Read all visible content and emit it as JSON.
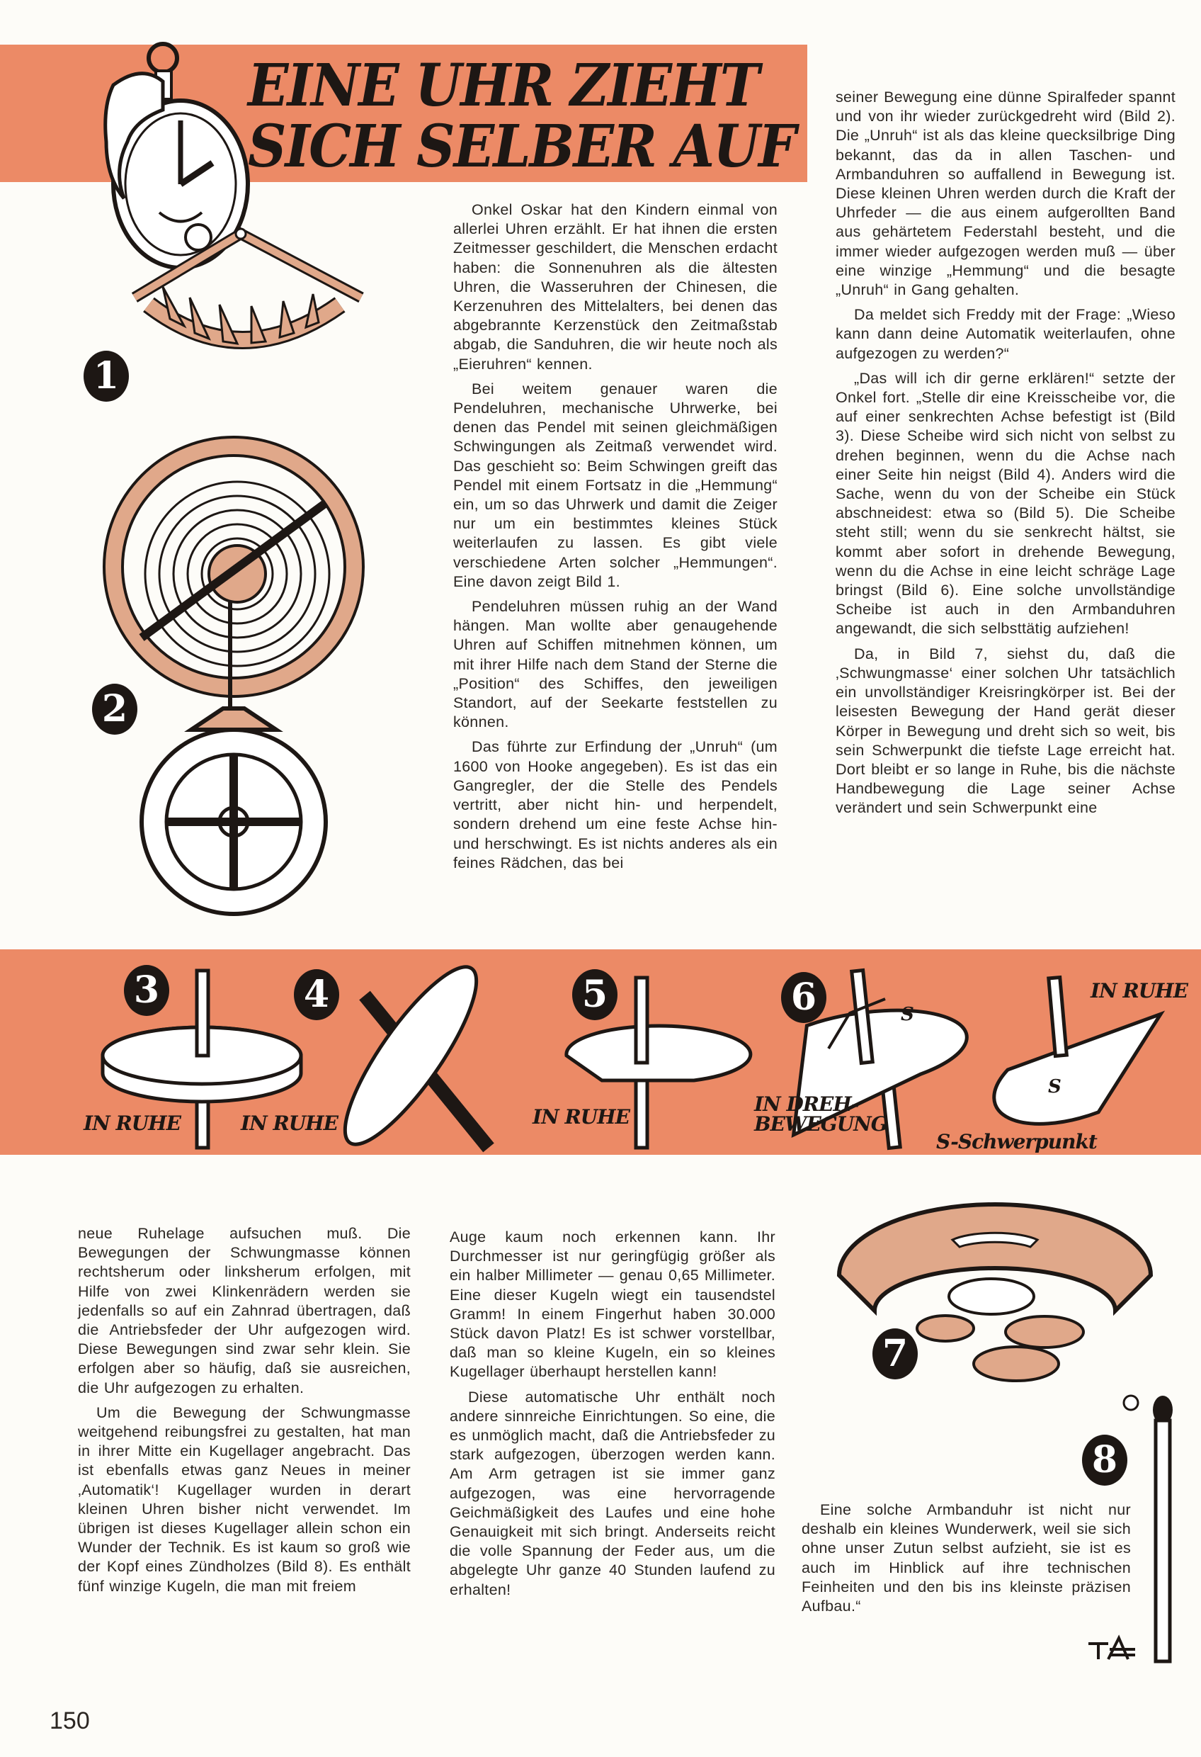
{
  "title": {
    "line1": "EINE UHR ZIEHT",
    "line2": "SICH SELBER AUF"
  },
  "column_top_middle": [
    "Onkel Oskar hat den Kindern einmal von allerlei Uhren erzählt. Er hat ihnen die ersten Zeitmesser geschildert, die Menschen erdacht haben: die Sonnenuhren als die ältesten Uhren, die Wasseruhren der Chinesen, die Kerzenuhren des Mittelalters, bei denen das abgebrannte Kerzenstück den Zeitmaßstab abgab, die Sanduhren, die wir heute noch als „Eieruhren“ kennen.",
    "Bei weitem genauer waren die Pendeluhren, mechanische Uhrwerke, bei denen das Pendel mit seinen gleichmäßigen Schwingungen als Zeitmaß verwendet wird. Das geschieht so: Beim Schwingen greift das Pendel mit einem Fortsatz in die „Hemmung“ ein, um so das Uhrwerk und damit die Zeiger nur um ein bestimmtes kleines Stück weiterlaufen zu lassen. Es gibt viele verschiedene Arten solcher „Hemmungen“. Eine davon zeigt Bild 1.",
    "Pendeluhren müssen ruhig an der Wand hängen. Man wollte aber genaugehende Uhren auf Schiffen mitnehmen können, um mit ihrer Hilfe nach dem Stand der Sterne die „Position“ des Schiffes, den jeweiligen Standort, auf der Seekarte feststellen zu können.",
    "Das führte zur Erfindung der „Unruh“ (um 1600 von Hooke angegeben). Es ist das ein Gangregler, der die Stelle des Pendels vertritt, aber nicht hin- und herpendelt, sondern drehend um eine feste Achse hin- und herschwingt. Es ist nichts anderes als ein feines Rädchen, das bei"
  ],
  "column_top_right": [
    "seiner Bewegung eine dünne Spiralfeder spannt und von ihr wieder zurückgedreht wird (Bild 2). Die „Unruh“ ist als das kleine quecksilbrige Ding bekannt, das da in allen Taschen- und Armbanduhren so auffallend in Bewegung ist. Diese kleinen Uhren werden durch die Kraft der Uhrfeder — die aus einem aufgerollten Band aus gehärtetem Federstahl besteht, und die immer wieder aufgezogen werden muß — über eine winzige „Hemmung“ und die besagte „Unruh“ in Gang gehalten.",
    "Da meldet sich Freddy mit der Frage: „Wieso kann dann deine Automatik weiterlaufen, ohne aufgezogen zu werden?“",
    "„Das will ich dir gerne erklären!“ setzte der Onkel fort. „Stelle dir eine Kreisscheibe vor, die auf einer senkrechten Achse befestigt ist (Bild 3). Diese Scheibe wird sich nicht von selbst zu drehen beginnen, wenn du die Achse nach einer Seite hin neigst (Bild 4). Anders wird die Sache, wenn du von der Scheibe ein Stück abschneidest: etwa so (Bild 5). Die Scheibe steht still; wenn du sie senkrecht hältst, sie kommt aber sofort in drehende Bewegung, wenn du die Achse in eine leicht schräge Lage bringst (Bild 6). Eine solche unvollständige Scheibe ist auch in den Armbanduhren angewandt, die sich selbsttätig aufziehen!",
    "Da, in Bild 7, siehst du, daß die ‚Schwungmasse‘ einer solchen Uhr tatsächlich ein unvollständiger Kreisringkörper ist. Bei der leisesten Bewegung der Hand gerät dieser Körper in Bewegung und dreht sich so weit, bis sein Schwerpunkt die tiefste Lage erreicht hat. Dort bleibt er so lange in Ruhe, bis die nächste Handbewegung die Lage seiner Achse verändert und sein Schwerpunkt eine"
  ],
  "column_bottom_left": [
    "neue Ruhelage aufsuchen muß. Die Bewegungen der Schwungmasse können rechtsherum oder linksherum erfolgen, mit Hilfe von zwei Klinkenrädern werden sie jedenfalls so auf ein Zahnrad übertragen, daß die Antriebsfeder der Uhr aufgezogen wird. Diese Bewegungen sind zwar sehr klein. Sie erfolgen aber so häufig, daß sie ausreichen, die Uhr aufgezogen zu erhalten.",
    "Um die Bewegung der Schwungmasse weitgehend reibungsfrei zu gestalten, hat man in ihrer Mitte ein Kugellager angebracht. Das ist ebenfalls etwas ganz Neues in meiner ‚Automatik‘! Kugellager wurden in derart kleinen Uhren bisher nicht verwendet. Im übrigen ist dieses Kugellager allein schon ein Wunder der Technik. Es ist kaum so groß wie der Kopf eines Zündholzes (Bild 8). Es enthält fünf winzige Kugeln, die man mit freiem"
  ],
  "column_bottom_middle": [
    "Auge kaum noch erkennen kann. Ihr Durchmesser ist nur geringfügig größer als ein halber Millimeter — genau 0,65 Millimeter. Eine dieser Kugeln wiegt ein tausendstel Gramm! In einem Fingerhut haben 30.000 Stück davon Platz! Es ist schwer vorstellbar, daß man so kleine Kugeln, ein so kleines Kugellager überhaupt herstellen kann!",
    "Diese automatische Uhr enthält noch andere sinnreiche Einrichtungen. So eine, die es unmöglich macht, daß die Antriebsfeder zu stark aufgezogen, überzogen werden kann. Am Arm getragen ist sie immer ganz aufgezogen, was eine hervorragende Geichmäßigkeit des Laufes und eine hohe Genauigkeit mit sich bringt. Anderseits reicht die volle Spannung der Feder aus, um die abgelegte Uhr ganze 40 Stunden laufend zu erhalten!"
  ],
  "column_bottom_right": [
    "Eine solche Armbanduhr ist nicht nur deshalb ein kleines Wunderwerk, weil sie sich ohne unser Zutun selbst aufzieht, sie ist es auch im Hinblick auf ihre technischen Feinheiten und den bis ins kleinste präzisen Aufbau.“"
  ],
  "figures": {
    "numbers": [
      "1",
      "2",
      "3",
      "4",
      "5",
      "6",
      "7",
      "8"
    ],
    "label_fig3": "IN RUHE",
    "label_fig4": "IN RUHE",
    "label_fig5": "IN RUHE",
    "label_fig6_line1": "IN DREH-",
    "label_fig6_line2": "BEWEGUNG",
    "label_last": "IN RUHE",
    "s_marker": "S",
    "legend": "S-Schwerpunkt"
  },
  "signature": "TA",
  "page_number": "150",
  "colors": {
    "accent_orange": "#ec8a66",
    "ink": "#1d1714",
    "paper": "#fdfcf8",
    "wood": "#e0a88a"
  }
}
